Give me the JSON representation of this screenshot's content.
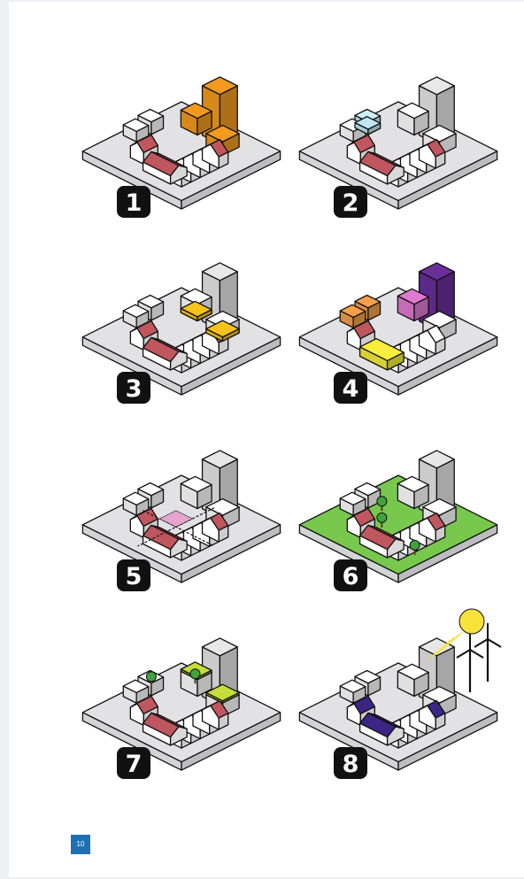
{
  "diagrams": [
    {
      "number": "1",
      "theme": "building-massing",
      "accent": "#f39a1e"
    },
    {
      "number": "2",
      "theme": "active-frontages",
      "accent": "#bfe6f2"
    },
    {
      "number": "3",
      "theme": "ground-floor-uses",
      "accent": "#f6c21c"
    },
    {
      "number": "4",
      "theme": "mixed-uses",
      "accent": "#6a2f9a"
    },
    {
      "number": "5",
      "theme": "movement-and-connections",
      "accent": "#e6a3cf"
    },
    {
      "number": "6",
      "theme": "green-space-and-trees",
      "accent": "#6cc04a"
    },
    {
      "number": "7",
      "theme": "green-roofs",
      "accent": "#c6dd3a"
    },
    {
      "number": "8",
      "theme": "renewable-energy",
      "accent": "#3d2585"
    }
  ],
  "colors": {
    "roof_red": "#c0565e",
    "roof_red_light": "#e9b5b5",
    "ground": "#e2e2e4",
    "building_white": "#ffffff",
    "building_grey": "#9b9b9b",
    "outline": "#111111",
    "sun": "#f7e23a",
    "page_badge": "#1f6fb5"
  },
  "footer": {
    "page_number": "10"
  }
}
